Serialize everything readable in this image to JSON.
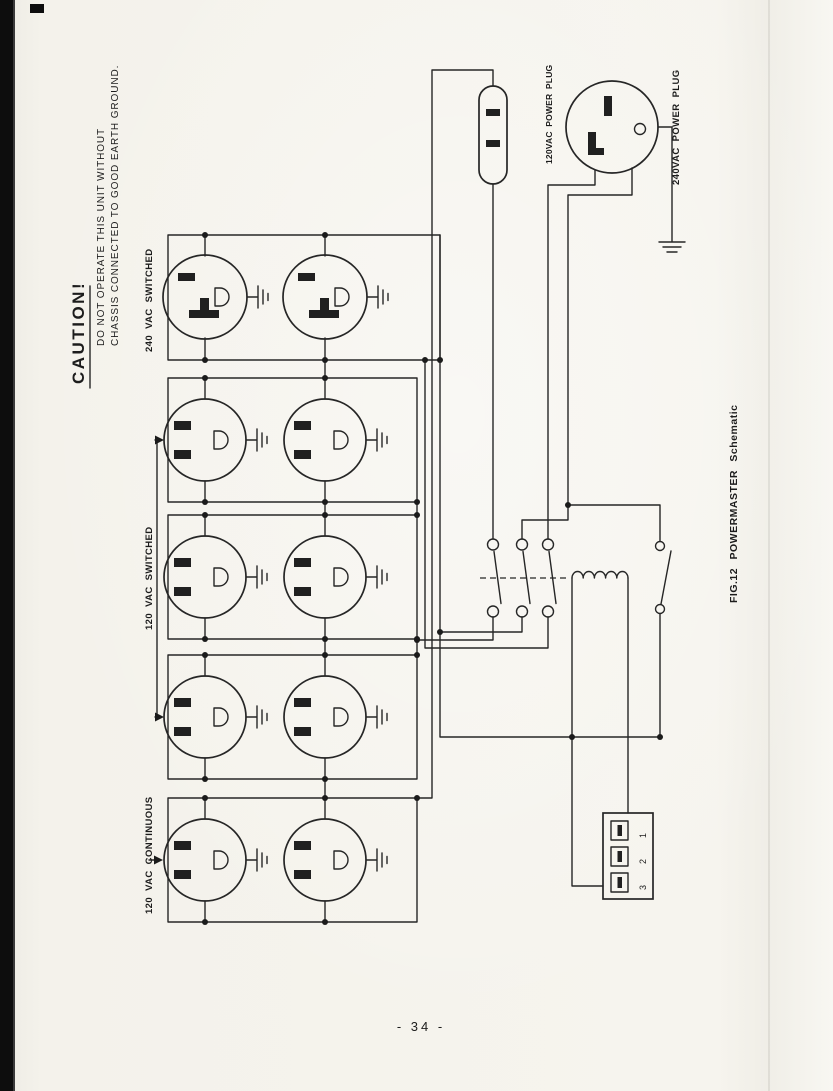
{
  "document": {
    "page_number": "- 34 -",
    "figure_caption": "FIG.12 POWERMASTER Schematic"
  },
  "caution": {
    "title": "CAUTION!",
    "line1": "DO NOT OPERATE THIS UNIT WITHOUT",
    "line2": "CHASSIS CONNECTED TO GOOD EARTH GROUND."
  },
  "labels": {
    "outlets_240_switched": "240 VAC SWITCHED",
    "outlets_120_switched": "120 VAC SWITCHED",
    "outlets_120_continuous": "120 VAC CONTINUOUS",
    "plug_120": "120VAC POWER PLUG",
    "plug_240": "240VAC POWER PLUG"
  },
  "terminal_strip": {
    "terminals": [
      "1",
      "2",
      "3"
    ]
  },
  "colors": {
    "paper": "#f5f3ed",
    "ink": "#262626",
    "scan_edge": "#0d0d0d"
  }
}
